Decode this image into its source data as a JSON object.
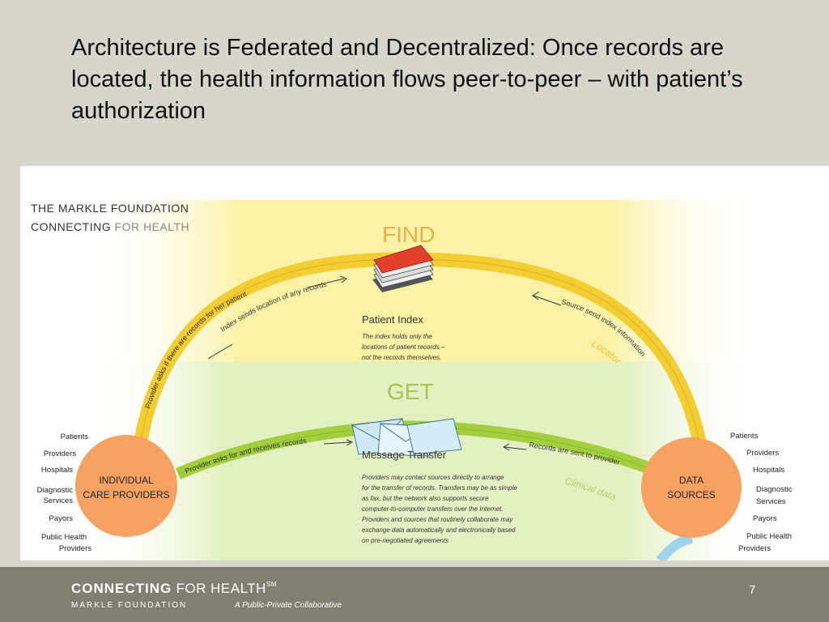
{
  "slide": {
    "title": "Architecture is Federated and Decentralized: Once records are located, the health information flows peer-to-peer – with patient’s authorization",
    "page_number": "7"
  },
  "diagram": {
    "org_line1": "THE MARKLE FOUNDATION",
    "org_line2_bold": "CONNECTING",
    "org_line2_light": "FOR HEALTH",
    "find_label": "FIND",
    "get_label": "GET",
    "patient_index_title": "Patient Index",
    "patient_index_desc": [
      "The index holds only the",
      "locations of patient records –",
      "not the records themselves."
    ],
    "message_transfer_title": "Message Transfer",
    "message_transfer_desc": [
      "Providers may contact sources directly to arrange",
      "for the transfer of records. Transfers may be as simple",
      "as fax, but the network also supports secure",
      "computer-to-computer transfers over the Internet.",
      "Providers and sources that routinely collaborate may",
      "exchange data automatically and electronically based",
      "on pre-negotiated agreements"
    ],
    "arc_provider_asks": "Provider asks if there are records for her patient",
    "arc_index_sends": "Index sends location of any records",
    "arc_source_send": "Source send index information",
    "locator_label": "Locator",
    "provider_receives": "Provider asks for and receives records",
    "records_sent": "Records are sent to provider",
    "clinical_data_label": "Clinical data",
    "left_circle": [
      "INDIVIDUAL",
      "CARE PROVIDERS"
    ],
    "right_circle": [
      "DATA",
      "SOURCES"
    ],
    "left_list": [
      "Patients",
      "Providers",
      "Hospitals",
      "Diagnostic",
      "Services",
      "Payors",
      "Public Health",
      "Providers"
    ],
    "right_list": [
      "Patients",
      "Providers",
      "Hospitals",
      "Diagnostic",
      "Services",
      "Payors",
      "Public Health",
      "Providers"
    ]
  },
  "footer": {
    "brand_bold": "CONNECTING",
    "brand_light": "FOR HEALTH",
    "brand_mark": "SM",
    "sub": "MARKLE FOUNDATION",
    "tagline": "A Public-Private Collaborative"
  },
  "colors": {
    "background": "#d7d6cb",
    "footer": "#807f72",
    "find_band": "#fbf2a6",
    "get_band": "#e3f1c2",
    "arc_yellow": "#f3cd34",
    "arc_green": "#a3cf3f",
    "circle_orange": "#f7a262",
    "find_text": "#e8b24a",
    "get_text": "#a8c456"
  }
}
